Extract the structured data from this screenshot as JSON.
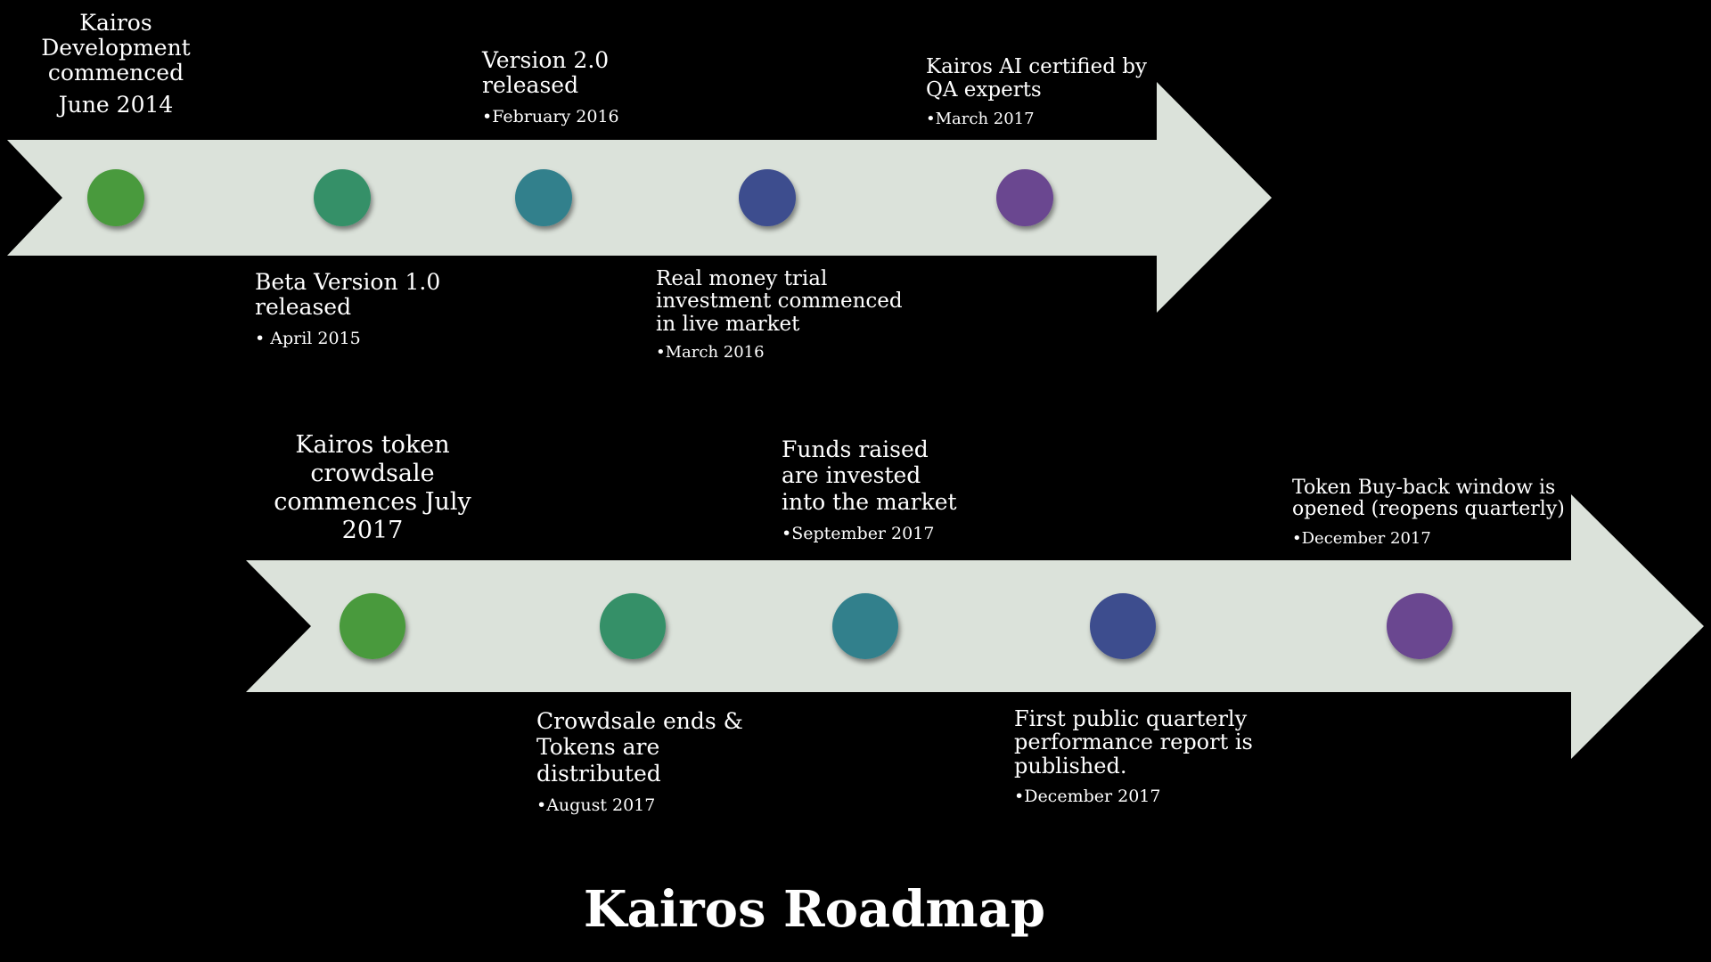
{
  "title": "Kairos Roadmap",
  "colors": {
    "background": "#000000",
    "arrow": "#dbe2da",
    "text": "#ffffff",
    "dot_green": "#4a9a3c",
    "dot_teal_green": "#349068",
    "dot_teal": "#32808c",
    "dot_indigo": "#3d4d8e",
    "dot_purple": "#6a4790"
  },
  "rows": [
    {
      "dots": [
        "dot_green",
        "dot_teal_green",
        "dot_teal",
        "dot_indigo",
        "dot_purple"
      ]
    },
    {
      "dots": [
        "dot_green",
        "dot_teal_green",
        "dot_teal",
        "dot_indigo",
        "dot_purple"
      ]
    }
  ],
  "milestones": [
    {
      "id": "m1",
      "title": "Kairos\nDevelopment\ncommenced",
      "date": "June 2014"
    },
    {
      "id": "m2",
      "title": "Beta Version 1.0\nreleased",
      "date": "• April 2015"
    },
    {
      "id": "m3",
      "title": "Version 2.0\nreleased",
      "date": "•February 2016"
    },
    {
      "id": "m4",
      "title": "Real money trial\ninvestment commenced\nin live market",
      "date": "•March 2016"
    },
    {
      "id": "m5",
      "title": "Kairos AI certified by\nQA experts",
      "date": "•March 2017"
    },
    {
      "id": "m6",
      "title": "Kairos token\ncrowdsale\ncommences July\n2017",
      "date": ""
    },
    {
      "id": "m7",
      "title": "Crowdsale ends &\nTokens are\ndistributed",
      "date": "•August 2017"
    },
    {
      "id": "m8",
      "title": "Funds raised\nare invested\ninto the market",
      "date": "•September  2017"
    },
    {
      "id": "m9",
      "title": "First public quarterly\nperformance report is\npublished.",
      "date": "•December 2017"
    },
    {
      "id": "m10",
      "title": "Token Buy-back window is\nopened (reopens  quarterly)",
      "date": "•December  2017"
    }
  ]
}
